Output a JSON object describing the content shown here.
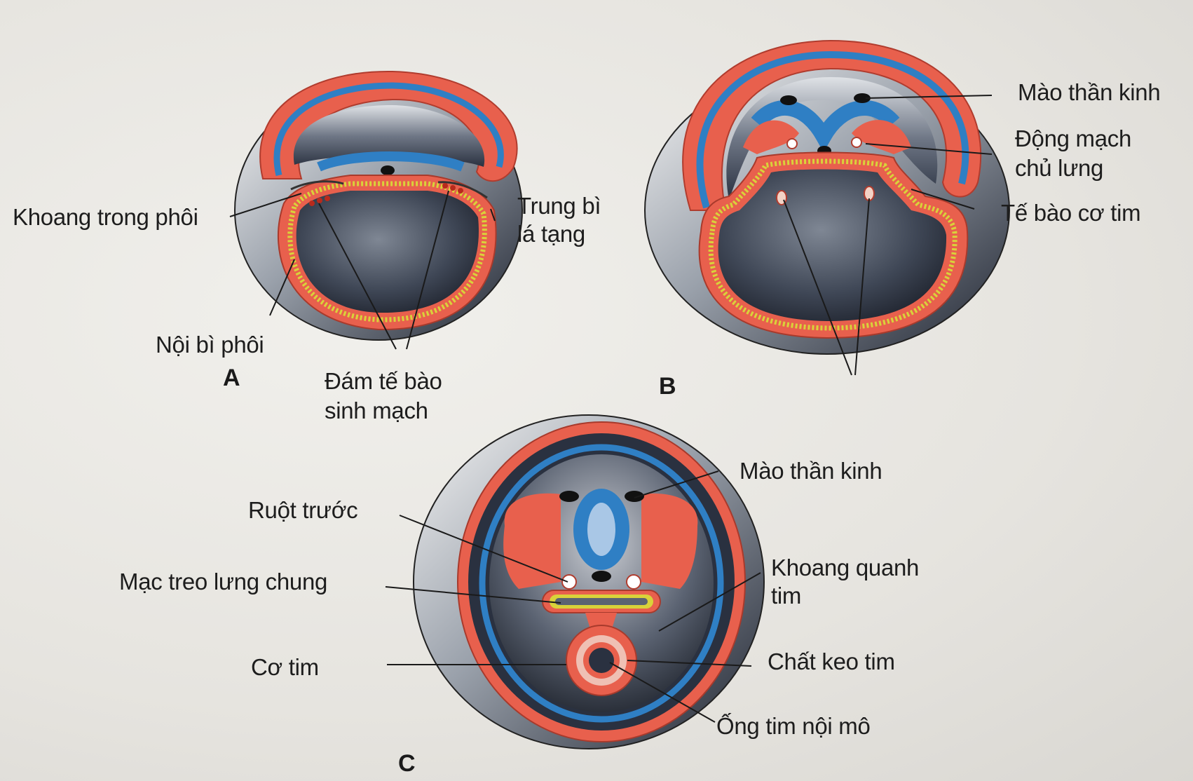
{
  "panels": [
    "A",
    "B",
    "C"
  ],
  "labels": {
    "a_left_1": "Khoang trong phôi",
    "a_right_1a": "Trung bì",
    "a_right_1b": "lá tạng",
    "a_bottom_1": "Nội bì phôi",
    "a_bottom_2a": "Đám tế bào",
    "a_bottom_2b": "sinh mạch",
    "b_1": "Mào thần kinh",
    "b_2a": "Động mạch",
    "b_2b": "chủ lưng",
    "b_3": "Tế bào cơ tim",
    "c_r1": "Mào thần kinh",
    "c_r2a": "Khoang quanh",
    "c_r2b": "tim",
    "c_r3": "Chất keo tim",
    "c_r4": "Ống tim nội mô",
    "c_l1": "Ruột trước",
    "c_l2": "Mạc treo lưng chung",
    "c_l3": "Cơ tim"
  },
  "colors": {
    "ectoderm": "#2f7fc4",
    "mesoderm": "#e8604d",
    "endoderm": "#d9d23a",
    "cavity": "#3a4354",
    "shadow": "#1e2430"
  }
}
